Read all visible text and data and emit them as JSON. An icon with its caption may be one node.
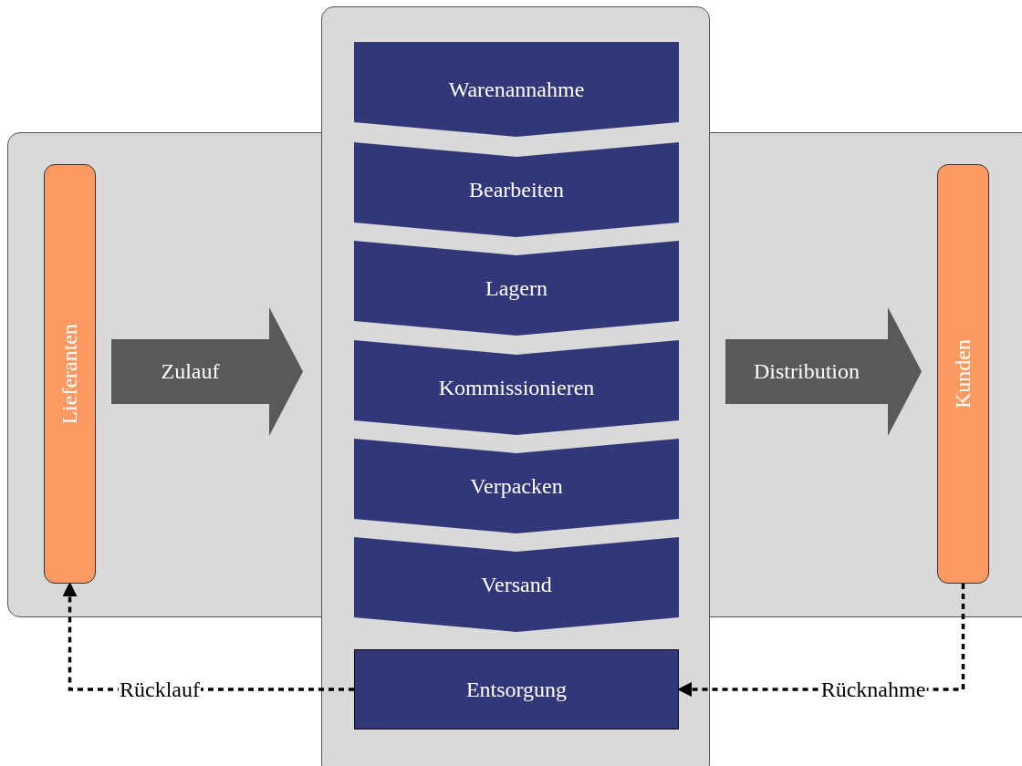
{
  "diagram": {
    "nodes": [
      {
        "text": [
          "Lieferanten"
        ]
      },
      {
        "text": [
          "Zulauf"
        ]
      },
      {
        "text": [
          "Warenannahme"
        ]
      },
      {
        "text": [
          "Bearbeiten"
        ]
      },
      {
        "text": [
          "Lagern"
        ]
      },
      {
        "text": [
          "Kommissionieren"
        ]
      },
      {
        "text": [
          "Verpacken"
        ]
      },
      {
        "text": [
          "Versand"
        ]
      },
      {
        "text": [
          "Entsorgung"
        ]
      },
      {
        "text": [
          "Distribution"
        ]
      },
      {
        "text": [
          "Kunden"
        ]
      }
    ],
    "edges": [
      {
        "from": 10,
        "to": 8,
        "arrow": "to",
        "label": "Rücknahme",
        "style": "dashed"
      },
      {
        "from": 8,
        "to": 0,
        "arrow": "to",
        "label": "Rücklauf",
        "style": "dashed"
      }
    ]
  }
}
